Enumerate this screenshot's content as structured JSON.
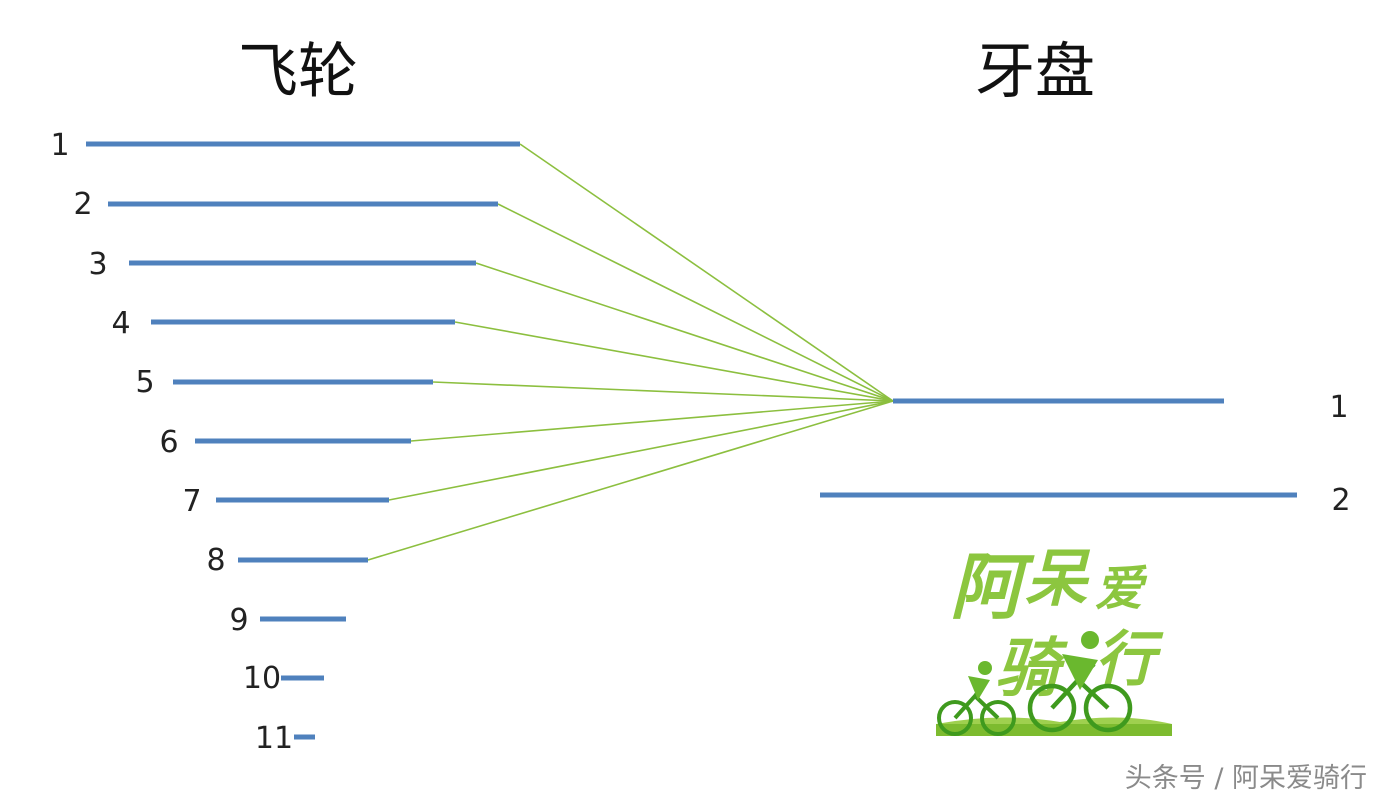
{
  "titles": {
    "left": "飞轮",
    "right": "牙盘"
  },
  "flywheel_labels": [
    "1",
    "2",
    "3",
    "4",
    "5",
    "6",
    "7",
    "8",
    "9",
    "10",
    "11"
  ],
  "chainring_labels": [
    "1",
    "2"
  ],
  "connected_flywheel_count": 8,
  "logo": {
    "line1a": "阿",
    "line1b": "呆",
    "line1c": "爱",
    "line2a": "骑",
    "line2b": "行"
  },
  "watermark": "头条号 / 阿呆爱骑行",
  "colors": {
    "bar": "#4f81bd",
    "link": "#8cbf3f",
    "logo_green": "#8cc63f",
    "logo_dark": "#3f9a1e"
  }
}
